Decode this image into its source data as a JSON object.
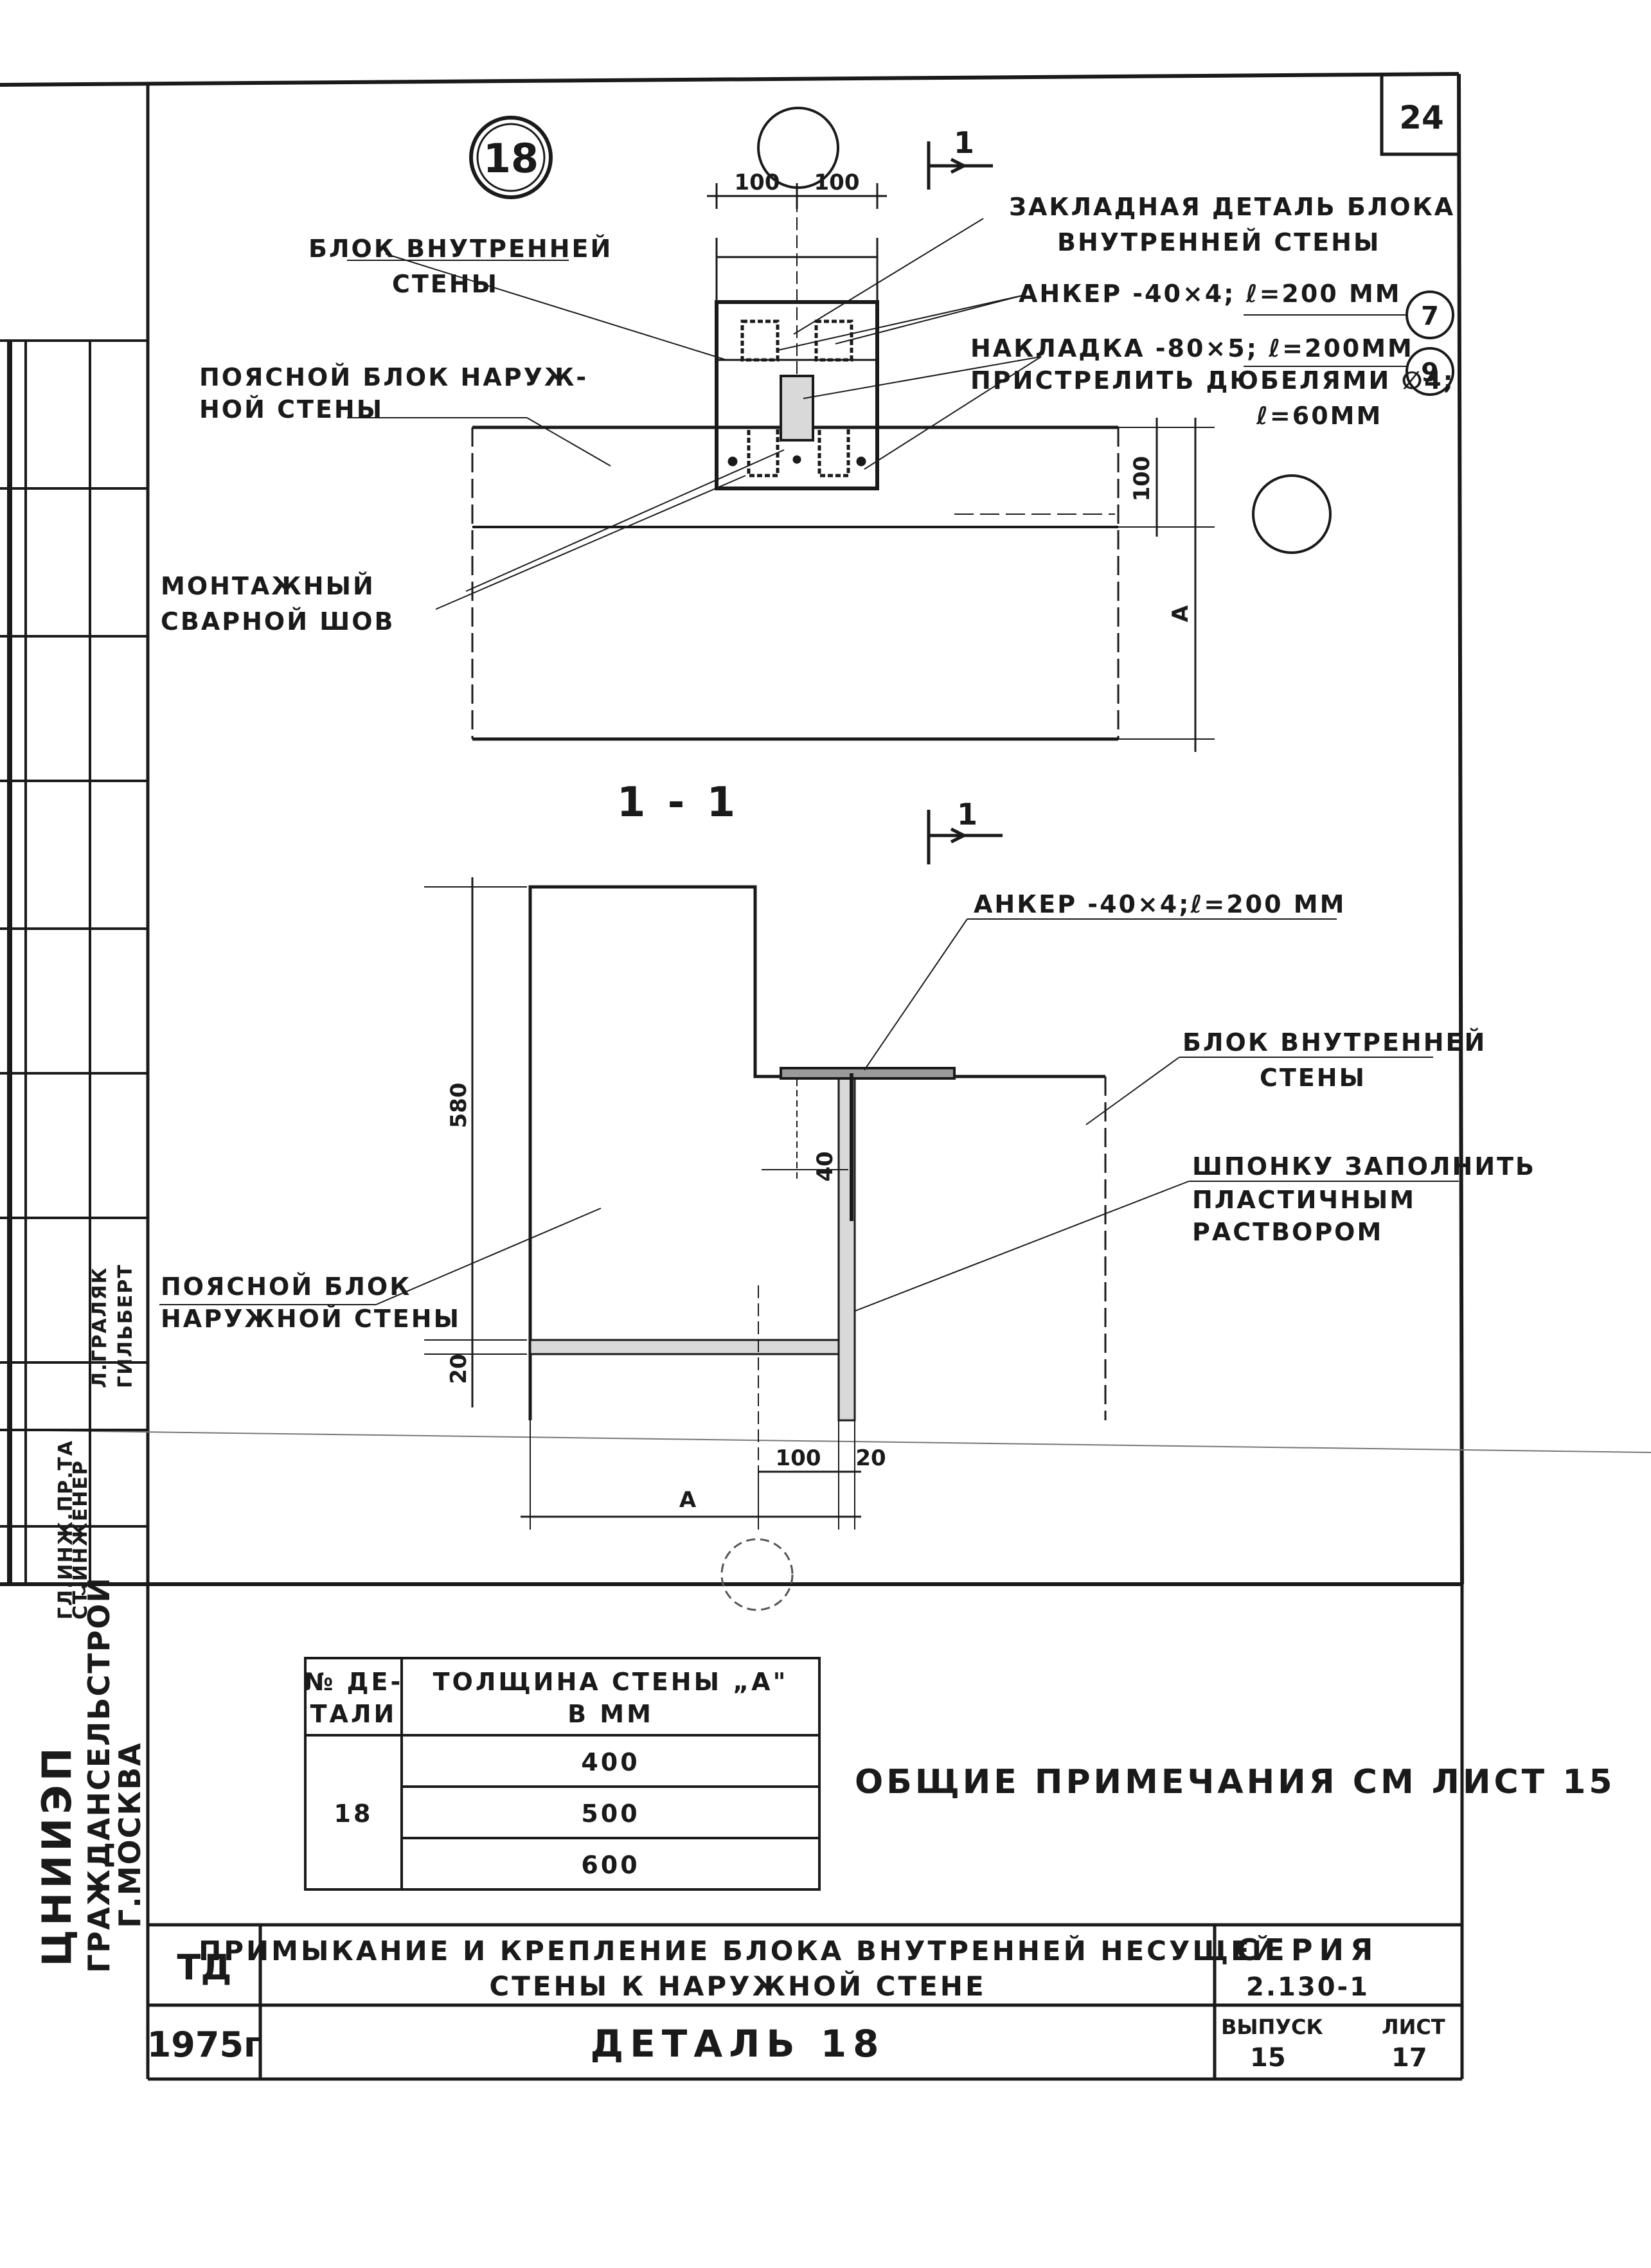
{
  "sheet": {
    "number": "24",
    "detail_marker": "18",
    "section_label": "1 - 1",
    "cut_mark": "1",
    "circle_markers": {
      "ring_7": "7",
      "ring_9": "9"
    }
  },
  "top_view": {
    "dim_left": "100",
    "dim_right": "100",
    "dim_height": "100",
    "dim_a": "A",
    "callouts": {
      "embed_line1": "ЗАКЛАДНАЯ ДЕТАЛЬ БЛОКА",
      "embed_line2": "ВНУТРЕННЕЙ СТЕНЫ",
      "anchor": "АНКЕР -40×4; ℓ=200 ММ",
      "overlay_line1": "НАКЛАДКА -80×5; ℓ=200ММ",
      "overlay_line2": "ПРИСТРЕЛИТЬ ДЮБЕЛЯМИ ∅4;",
      "overlay_line3": "ℓ=60ММ",
      "inner_block_line1": "БЛОК ВНУТРЕННЕЙ",
      "inner_block_line2": "СТЕНЫ",
      "belt_block_line1": "ПОЯСНОЙ БЛОК НАРУЖ-",
      "belt_block_line2": "НОЙ СТЕНЫ",
      "weld_line1": "МОНТАЖНЫЙ",
      "weld_line2": "СВАРНОЙ ШОВ"
    }
  },
  "section_view": {
    "anchor": "АНКЕР -40×4;ℓ=200 ММ",
    "inner_block_line1": "БЛОК ВНУТРЕННЕЙ",
    "inner_block_line2": "СТЕНЫ",
    "key_line1": "ШПОНКУ ЗАПОЛНИТЬ",
    "key_line2": "ПЛАСТИЧНЫМ",
    "key_line3": "РАСТВОРОМ",
    "belt_line1": "ПОЯСНОЙ БЛОК",
    "belt_line2": "НАРУЖНОЙ СТЕНЫ",
    "dim_580": "580",
    "dim_40": "40",
    "dim_20": "20",
    "dim_100": "100",
    "dim_20b": "20",
    "dim_a": "A"
  },
  "thickness_table": {
    "header_col1_line1": "№ ДЕ-",
    "header_col1_line2": "ТАЛИ",
    "header_col2_line1": "ТОЛЩИНА СТЕНЫ „А\"",
    "header_col2_line2": "В ММ",
    "detail": "18",
    "values": [
      "400",
      "500",
      "600"
    ]
  },
  "general_note": "ОБЩИЕ ПРИМЕЧАНИЯ СМ ЛИСТ 15",
  "title_block": {
    "code": "ТД",
    "year": "1975г",
    "title_line1": "ПРИМЫКАНИЕ И КРЕПЛЕНИЕ БЛОКА ВНУТРЕННЕЙ НЕСУЩЕЙ",
    "title_line2": "СТЕНЫ К НАРУЖНОЙ СТЕНЕ",
    "detail_name": "ДЕТАЛЬ 18",
    "series_label": "СЕРИЯ",
    "series_value": "2.130-1",
    "issue_label": "ВЫПУСК",
    "sheet_label": "ЛИСТ",
    "issue_value": "15",
    "sheet_value": "17"
  },
  "side_stamp": {
    "org_line1": "ЦНИИЭП",
    "org_line2": "ГРАЖДАНСЕЛЬСТРОЙ",
    "org_line3": "Г.МОСКВА",
    "roles": [
      "ГЛ.ИНЖ.ПР.ТА",
      "СТ.ИНЖЕНЕР"
    ],
    "names": [
      "Л.ГРАЛЯК",
      "ГИЛЬБЕРТ"
    ]
  }
}
